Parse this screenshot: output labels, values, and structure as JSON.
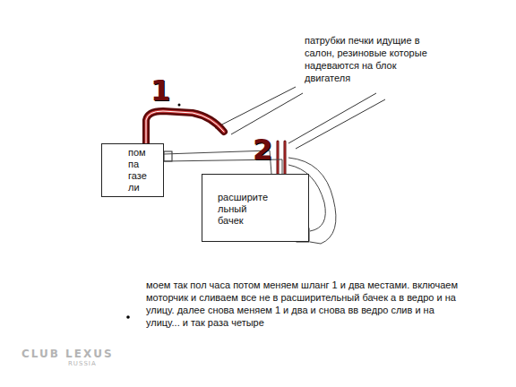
{
  "diagram": {
    "nodes": [
      {
        "text": [
          "пом па газе ли"
        ]
      },
      {
        "text": [
          "расширите льный бачек"
        ]
      }
    ],
    "edges": [
      {
        "from": 0,
        "to": 1,
        "arrow": "none"
      }
    ],
    "labels": [
      "1",
      "2",
      "патрубки печки идущие в салон, резиновые которые надеваются на блок двигателя",
      "моем так пол часа потом меняем шланг 1 и два местами. включаем моторчик и сливаем все не в расширительный бачек а в ведро и на улицу. далее снова меняем 1 и два и снова вв ведро слив и на улицу... и так раза четыре",
      "CLUB LEXUS",
      "RUSSIA"
    ]
  }
}
